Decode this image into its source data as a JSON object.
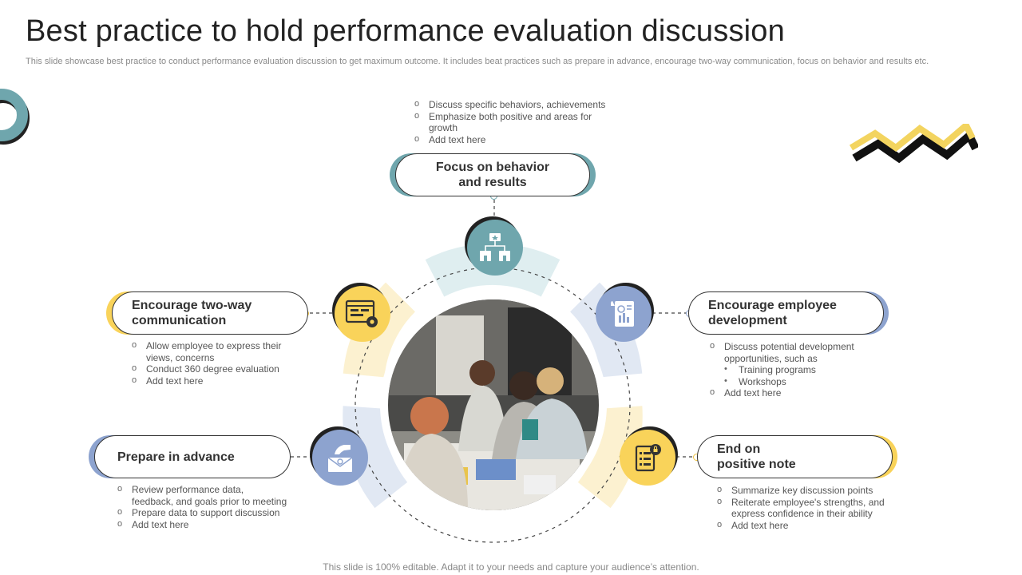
{
  "title": "Best practice to hold performance evaluation discussion",
  "subtitle": "This slide showcase best practice to conduct performance evaluation discussion to get maximum outcome. It includes beat practices such as prepare in advance, encourage two-way communication, focus on behavior and results etc.",
  "footer": "This slide is 100% editable. Adapt it to your needs and capture your audience’s attention.",
  "colors": {
    "teal": "#6fa6ad",
    "yellow": "#f9d35a",
    "periwinkle": "#8da3cf",
    "dark": "#222222"
  },
  "steps": {
    "focus": {
      "label_line1": "Focus on behavior",
      "label_line2": "and results",
      "icon": "store-network-icon",
      "bullets": [
        "Discuss specific behaviors,  achievements",
        "Emphasize both positive and areas for",
        "growth",
        "Add text here"
      ]
    },
    "communication": {
      "label_line1": "Encourage two-way",
      "label_line2": "communication",
      "icon": "browser-settings-icon",
      "bullets": [
        "Allow employee to express their",
        "views, concerns",
        "Conduct 360 degree evaluation",
        "Add text here"
      ]
    },
    "development": {
      "label_line1": "Encourage employee",
      "label_line2": "development",
      "icon": "report-document-icon",
      "bullets": [
        "Discuss potential development",
        "opportunities, such as",
        "Training programs",
        "Workshops",
        "Add text here"
      ]
    },
    "prepare": {
      "label": "Prepare in advance",
      "icon": "hand-envelope-icon",
      "bullets": [
        "Review performance data,",
        "feedback, and goals prior to meeting",
        "Prepare data to support discussion",
        "Add text here"
      ]
    },
    "positive": {
      "label_line1": "End on",
      "label_line2": "positive note",
      "icon": "locked-document-icon",
      "bullets": [
        "Summarize key discussion points",
        "Reiterate employee's strengths, and",
        "express confidence in their ability",
        "Add text here"
      ]
    }
  }
}
